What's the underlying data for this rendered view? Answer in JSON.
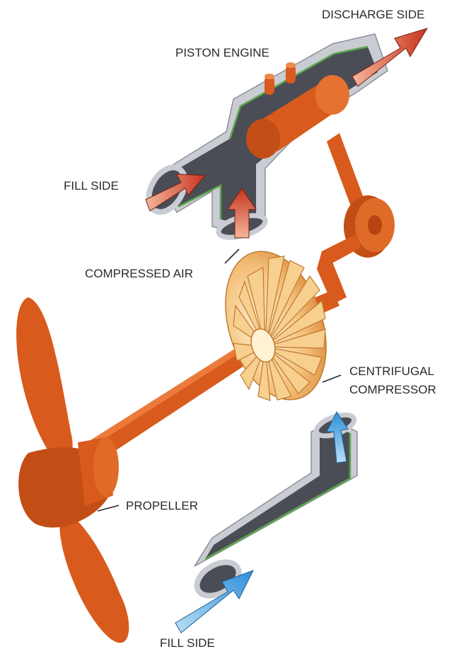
{
  "labels": {
    "discharge_side": "DISCHARGE SIDE",
    "piston_engine": "PISTON ENGINE",
    "fill_side_top": "FILL SIDE",
    "compressed_air": "COMPRESSED AIR",
    "centrifugal_line1": "CENTRIFUGAL",
    "centrifugal_line2": "COMPRESSOR",
    "propeller": "PROPELLER",
    "fill_side_bottom": "FILL SIDE"
  },
  "colors": {
    "component_orange": "#d85a1c",
    "component_dark": "#a8400f",
    "duct_outer": "#c9ccd2",
    "duct_inner": "#4a4d55",
    "duct_lining": "#5aa64a",
    "hot_arrow": "#c8341e",
    "cold_arrow": "#2f8fd8",
    "impeller": "#f2b35a"
  }
}
